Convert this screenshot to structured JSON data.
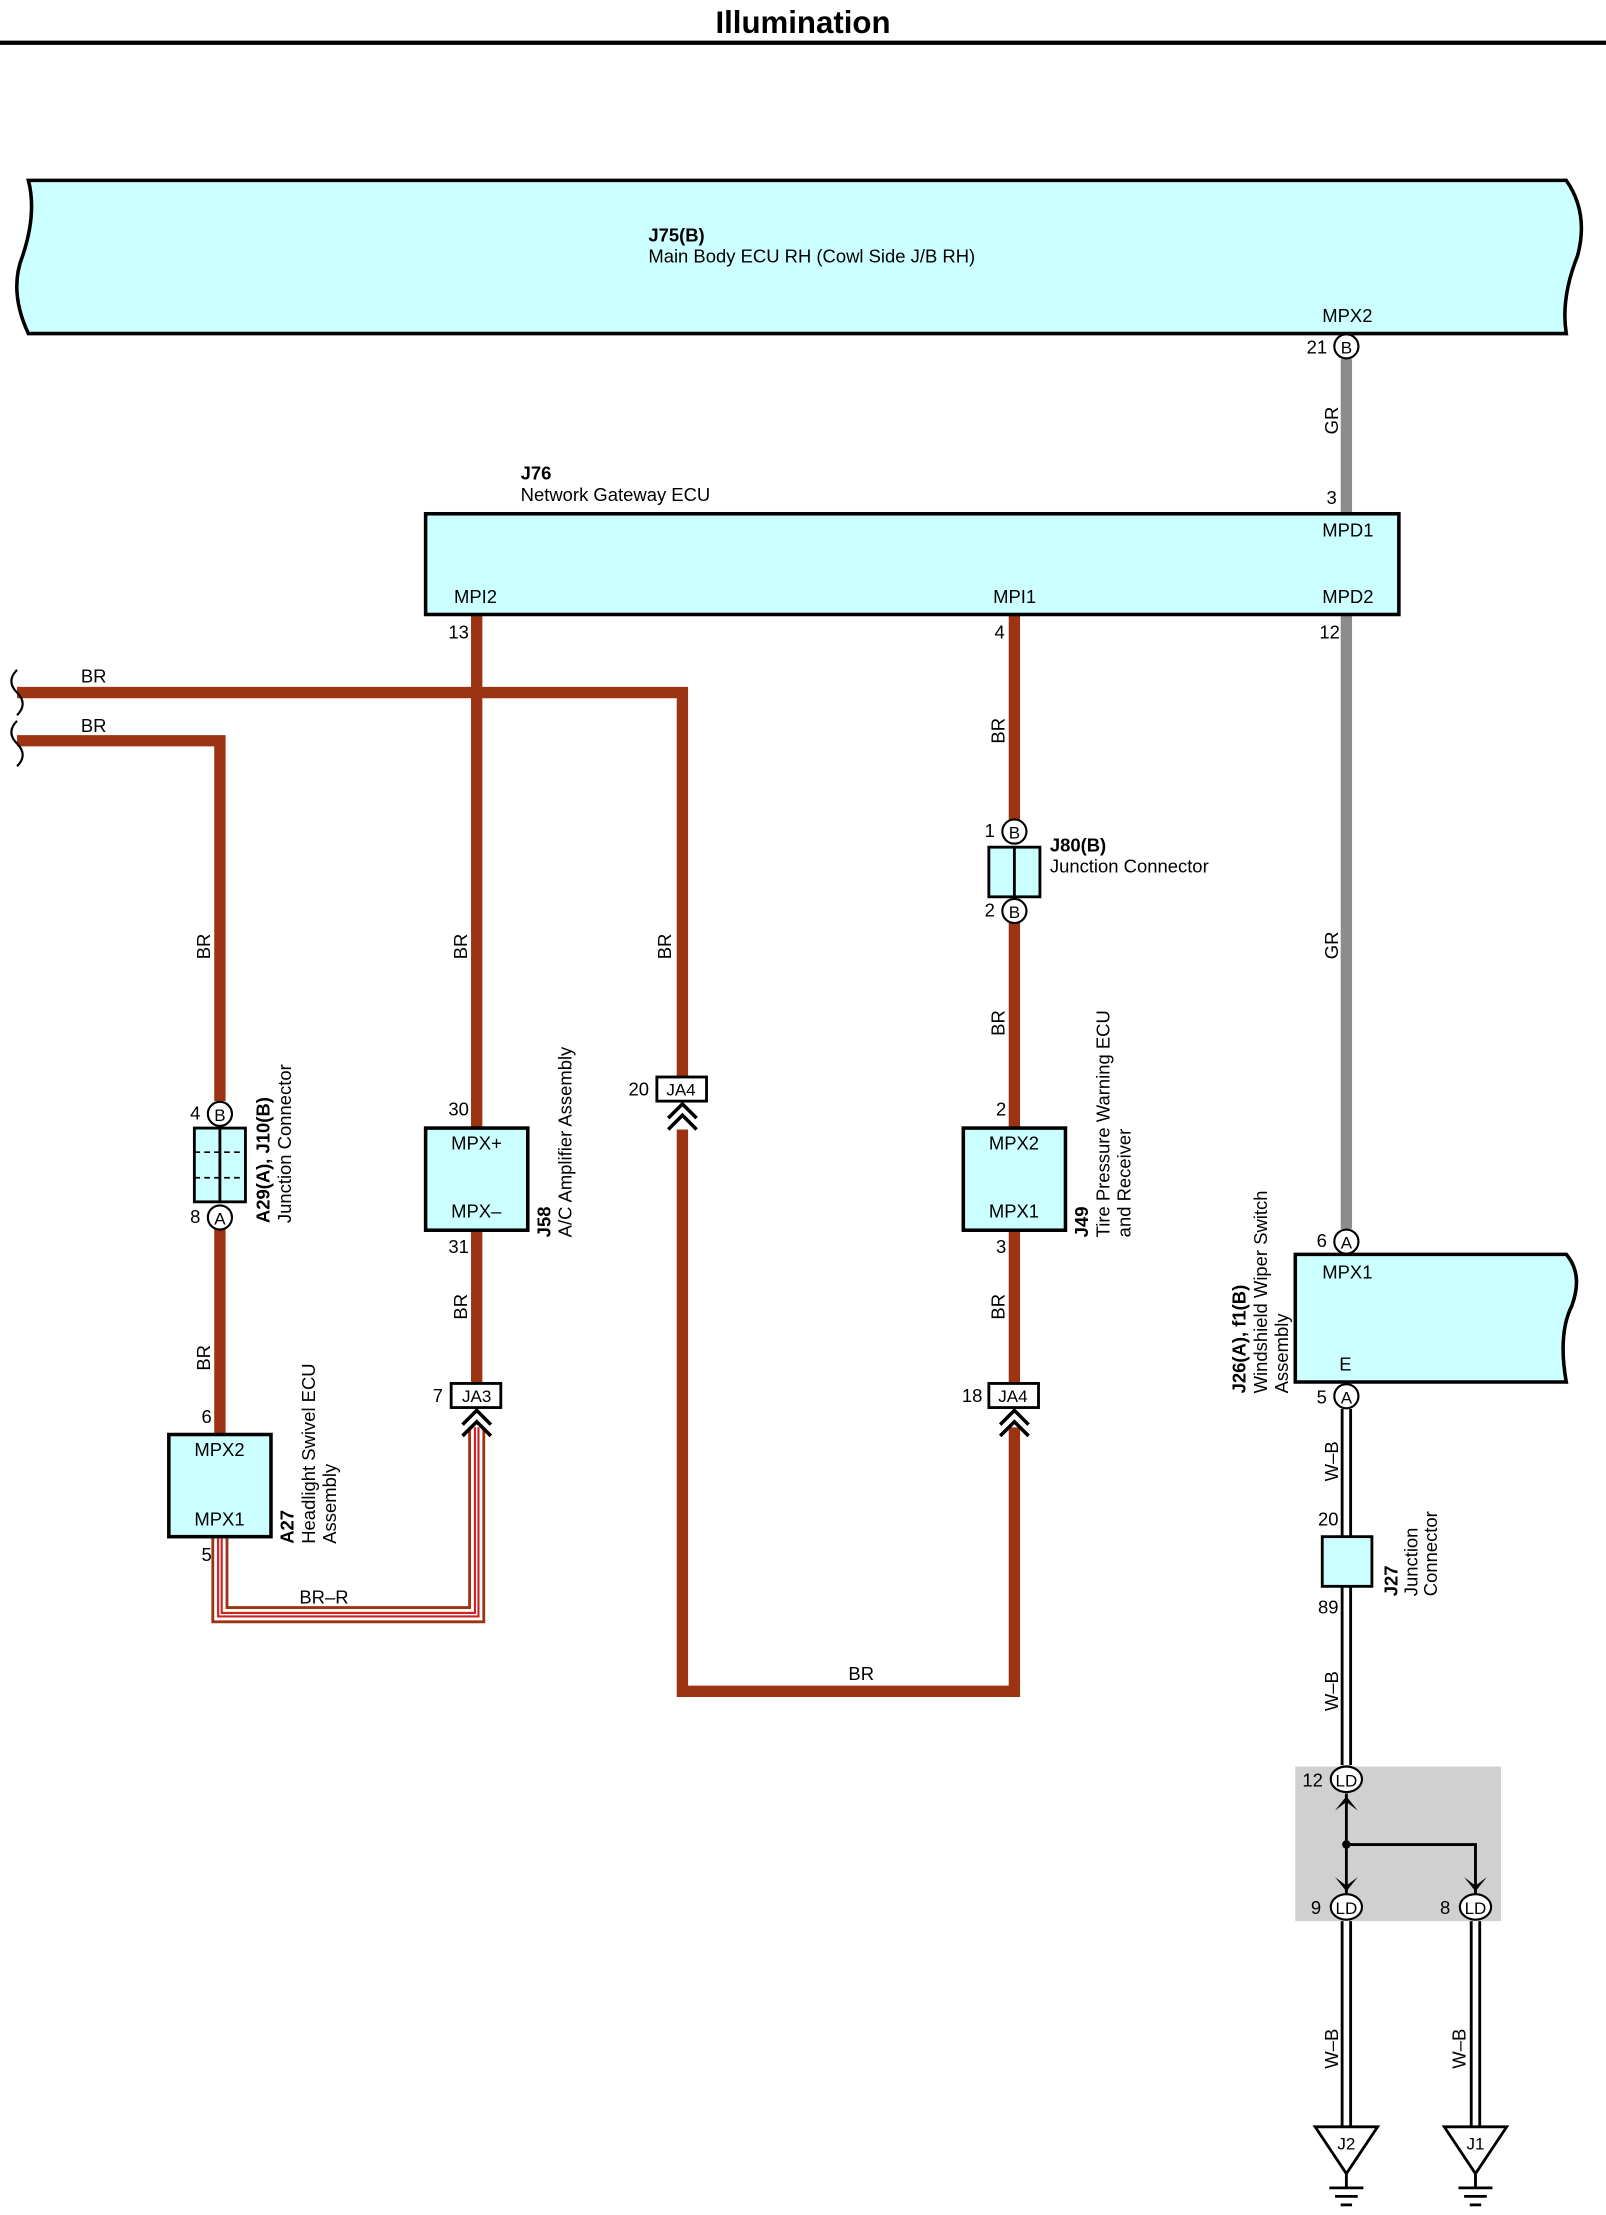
{
  "page_title": "Illumination",
  "colors": {
    "br_wire": "#9c3413",
    "gr_wire": "#8c8c8c",
    "component_fill": "#ccffff",
    "splice_shade": "#d0d0d0",
    "br_r_stripe": "#d02020"
  },
  "ecu_main": {
    "code": "J75(B)",
    "name": "Main Body ECU RH (Cowl Side J/B RH)",
    "terminal": "MPX2",
    "pin": "21",
    "connector": "B"
  },
  "gateway": {
    "code": "J76",
    "name": "Network Gateway ECU",
    "mpd1": "MPD1",
    "mpd1_pin": "3",
    "mpd2": "MPD2",
    "mpd2_pin": "12",
    "mpi2": "MPI2",
    "mpi2_pin": "13",
    "mpi1": "MPI1",
    "mpi1_pin": "4"
  },
  "wiper": {
    "code": "J26(A), f1(B)",
    "name1": "Windshield Wiper Switch",
    "name2": "Assembly",
    "mpx1": "MPX1",
    "mpx1_pin": "6",
    "mpx1_conn": "A",
    "e": "E",
    "e_pin": "5",
    "e_conn": "A"
  },
  "j80": {
    "code": "J80(B)",
    "name": "Junction Connector",
    "pin_top": "1",
    "pin_bottom": "2",
    "conn": "B"
  },
  "j49": {
    "code": "J49",
    "name1": "Tire Pressure Warning ECU",
    "name2": "and Receiver",
    "mpx2": "MPX2",
    "mpx2_pin": "2",
    "mpx1": "MPX1",
    "mpx1_pin": "3"
  },
  "j58": {
    "code": "J58",
    "name": "A/C Amplifier Assembly",
    "mpxp": "MPX+",
    "mpxp_pin": "30",
    "mpxm": "MPX–",
    "mpxm_pin": "31"
  },
  "a29": {
    "code": "A29(A), J10(B)",
    "name": "Junction Connector",
    "pin_top": "4",
    "conn_top": "B",
    "pin_bottom": "8",
    "conn_bottom": "A"
  },
  "a27": {
    "code": "A27",
    "name1": "Headlight Swivel ECU",
    "name2": "Assembly",
    "mpx2": "MPX2",
    "mpx2_pin": "6",
    "mpx1": "MPX1",
    "mpx1_pin": "5"
  },
  "j27": {
    "code": "J27",
    "name1": "Junction",
    "name2": "Connector",
    "pin_top": "20",
    "pin_bottom": "89"
  },
  "connectors": {
    "ja4_a": "JA4",
    "ja4_a_pin": "20",
    "ja4_b": "JA4",
    "ja4_b_pin": "18",
    "ja3": "JA3",
    "ja3_pin": "7"
  },
  "splice": {
    "label": "LD",
    "pin_in": "12",
    "pin_out1": "9",
    "pin_out2": "8"
  },
  "grounds": {
    "j2": "J2",
    "j1": "J1"
  },
  "wire_labels": {
    "br": "BR",
    "gr": "GR",
    "br_r": "BR–R",
    "w_b": "W–B"
  }
}
